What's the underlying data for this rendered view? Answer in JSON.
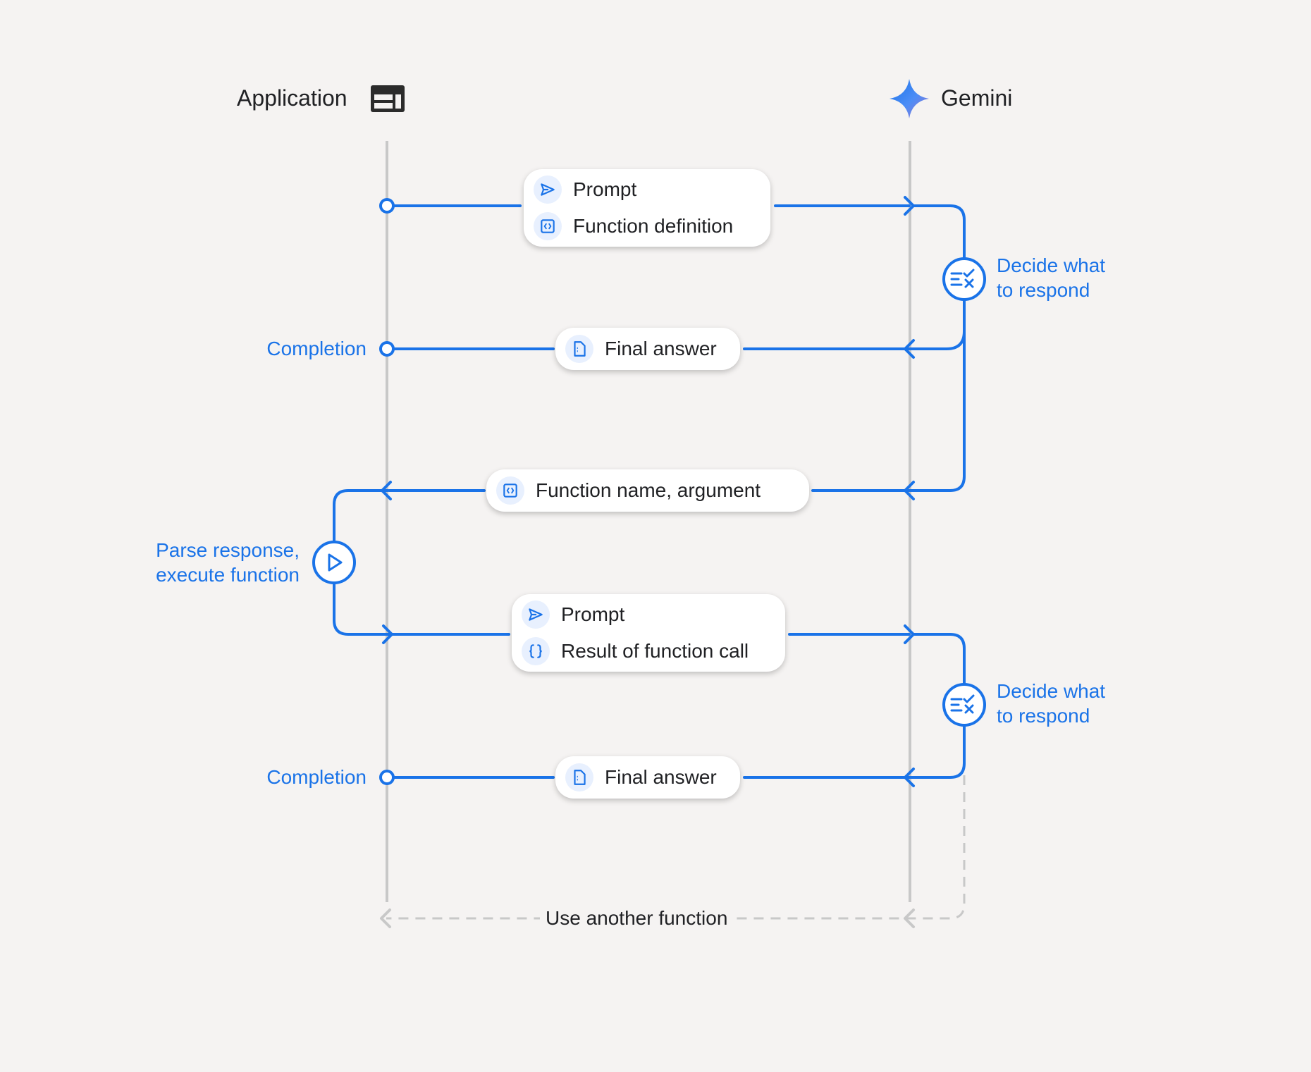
{
  "lanes": {
    "application": {
      "title": "Application",
      "icon": "web-layout-icon"
    },
    "gemini": {
      "title": "Gemini",
      "icon": "gemini-sparkle-icon"
    }
  },
  "messages": {
    "request1": {
      "line1": "Prompt",
      "line1_icon": "send-icon",
      "line2": "Function definition",
      "line2_icon": "code-icon"
    },
    "answer1": {
      "label": "Final answer",
      "icon": "document-icon"
    },
    "function_call": {
      "label": "Function name,  argument",
      "icon": "code-icon"
    },
    "request2": {
      "line1": "Prompt",
      "line1_icon": "send-icon",
      "line2": "Result of function call",
      "line2_icon": "braces-icon"
    },
    "answer2": {
      "label": "Final answer",
      "icon": "document-icon"
    },
    "another": {
      "label": "Use another function"
    }
  },
  "side_labels": {
    "completion1": "Completion",
    "completion2": "Completion",
    "parse": {
      "line1": "Parse response,",
      "line2": "execute function",
      "icon": "play-icon"
    },
    "decide1": {
      "line1": "Decide what",
      "line2": "to respond",
      "icon": "decision-checklist-icon"
    },
    "decide2": {
      "line1": "Decide what",
      "line2": "to respond",
      "icon": "decision-checklist-icon"
    }
  },
  "colors": {
    "accent": "#1a73e8",
    "lifeline": "#c8c8c8",
    "dashed": "#c8c8c8",
    "icon_bg": "#e8f0fe",
    "background": "#f5f3f2"
  }
}
